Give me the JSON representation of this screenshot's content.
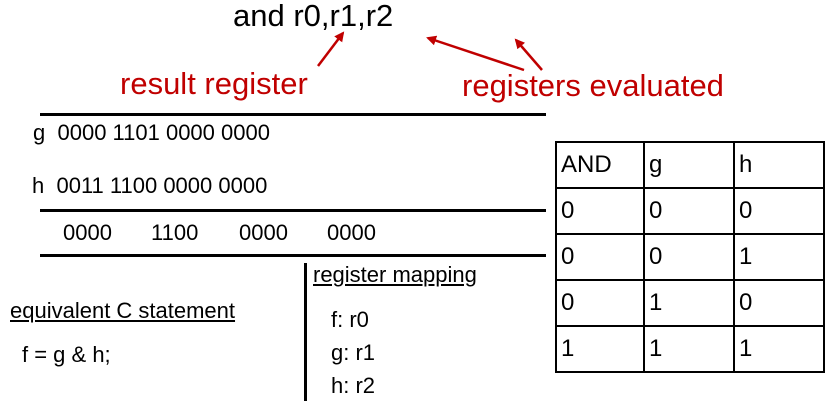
{
  "instruction": "and r0,r1,r2",
  "labels": {
    "result_register": "result register",
    "registers_evaluated": "registers evaluated"
  },
  "operands": {
    "g": {
      "name": "g",
      "bits": "0000 1101 0000 0000"
    },
    "h": {
      "name": "h",
      "bits": "0011 1100 0000 0000"
    }
  },
  "result": {
    "nibbles": [
      "0000",
      "1100",
      "0000",
      "0000"
    ]
  },
  "c_statement": {
    "heading": "equivalent C statement",
    "code": "f = g & h;"
  },
  "register_mapping": {
    "heading": "register mapping",
    "items": [
      "f: r0",
      "g: r1",
      "h: r2"
    ]
  },
  "truth_table": {
    "headers": [
      "AND",
      "g",
      "h"
    ],
    "rows": [
      [
        "0",
        "0",
        "0"
      ],
      [
        "0",
        "0",
        "1"
      ],
      [
        "0",
        "1",
        "0"
      ],
      [
        "1",
        "1",
        "1"
      ]
    ]
  },
  "colors": {
    "annotation": "#c00000",
    "text": "#000000"
  }
}
